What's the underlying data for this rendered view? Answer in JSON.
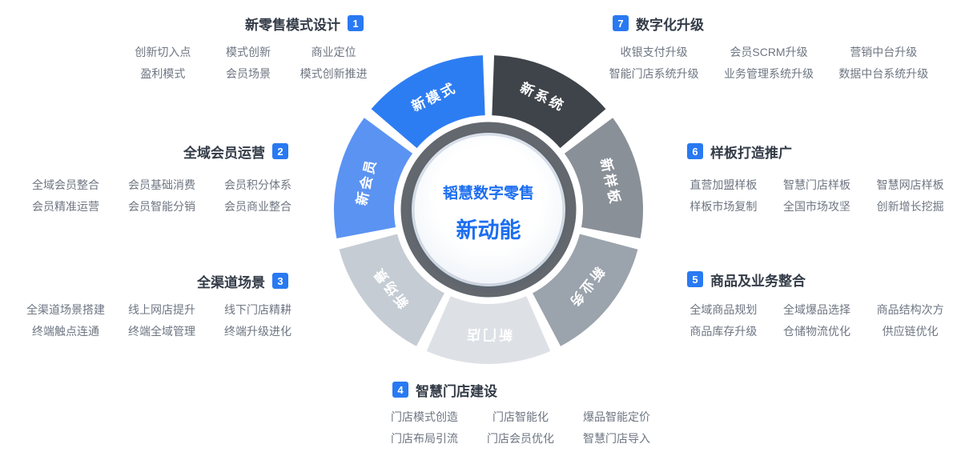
{
  "center": {
    "line1": "韬慧数字零售",
    "line2": "新动能"
  },
  "colors": {
    "accent": "#2979f2",
    "ring": "#63686f",
    "ring_halo": "#dfe6ef",
    "center_text": "#1c6ef0"
  },
  "wheel": {
    "segments": [
      {
        "label": "新系统",
        "color": "#3f444a"
      },
      {
        "label": "新样板",
        "color": "#8a9098"
      },
      {
        "label": "新业务",
        "color": "#9ba3ac"
      },
      {
        "label": "新门店",
        "color": "#dde1e6"
      },
      {
        "label": "新场景",
        "color": "#c5ccd4"
      },
      {
        "label": "新会员",
        "color": "#5b93f2"
      },
      {
        "label": "新模式",
        "color": "#2d7df2"
      }
    ]
  },
  "sections": [
    {
      "num": "1",
      "title": "新零售模式设计",
      "items": [
        "创新切入点",
        "模式创新",
        "商业定位",
        "盈利模式",
        "会员场景",
        "模式创新推进"
      ]
    },
    {
      "num": "2",
      "title": "全域会员运营",
      "items": [
        "全域会员整合",
        "会员基础消费",
        "会员积分体系",
        "会员精准运营",
        "会员智能分销",
        "会员商业整合"
      ]
    },
    {
      "num": "3",
      "title": "全渠道场景",
      "items": [
        "全渠道场景搭建",
        "线上网店提升",
        "线下门店精耕",
        "终端触点连通",
        "终端全域管理",
        "终端升级进化"
      ]
    },
    {
      "num": "4",
      "title": "智慧门店建设",
      "items": [
        "门店模式创造",
        "门店智能化",
        "爆品智能定价",
        "门店布局引流",
        "门店会员优化",
        "智慧门店导入"
      ]
    },
    {
      "num": "5",
      "title": "商品及业务整合",
      "items": [
        "全域商品规划",
        "全域爆品选择",
        "商品结构次方",
        "商品库存升级",
        "仓储物流优化",
        "供应链优化"
      ]
    },
    {
      "num": "6",
      "title": "样板打造推广",
      "items": [
        "直营加盟样板",
        "智慧门店样板",
        "智慧网店样板",
        "样板市场复制",
        "全国市场攻坚",
        "创新增长挖掘"
      ]
    },
    {
      "num": "7",
      "title": "数字化升级",
      "items": [
        "收银支付升级",
        "会员SCRM升级",
        "营销中台升级",
        "智能门店系统升级",
        "业务管理系统升级",
        "数据中台系统升级"
      ]
    }
  ]
}
